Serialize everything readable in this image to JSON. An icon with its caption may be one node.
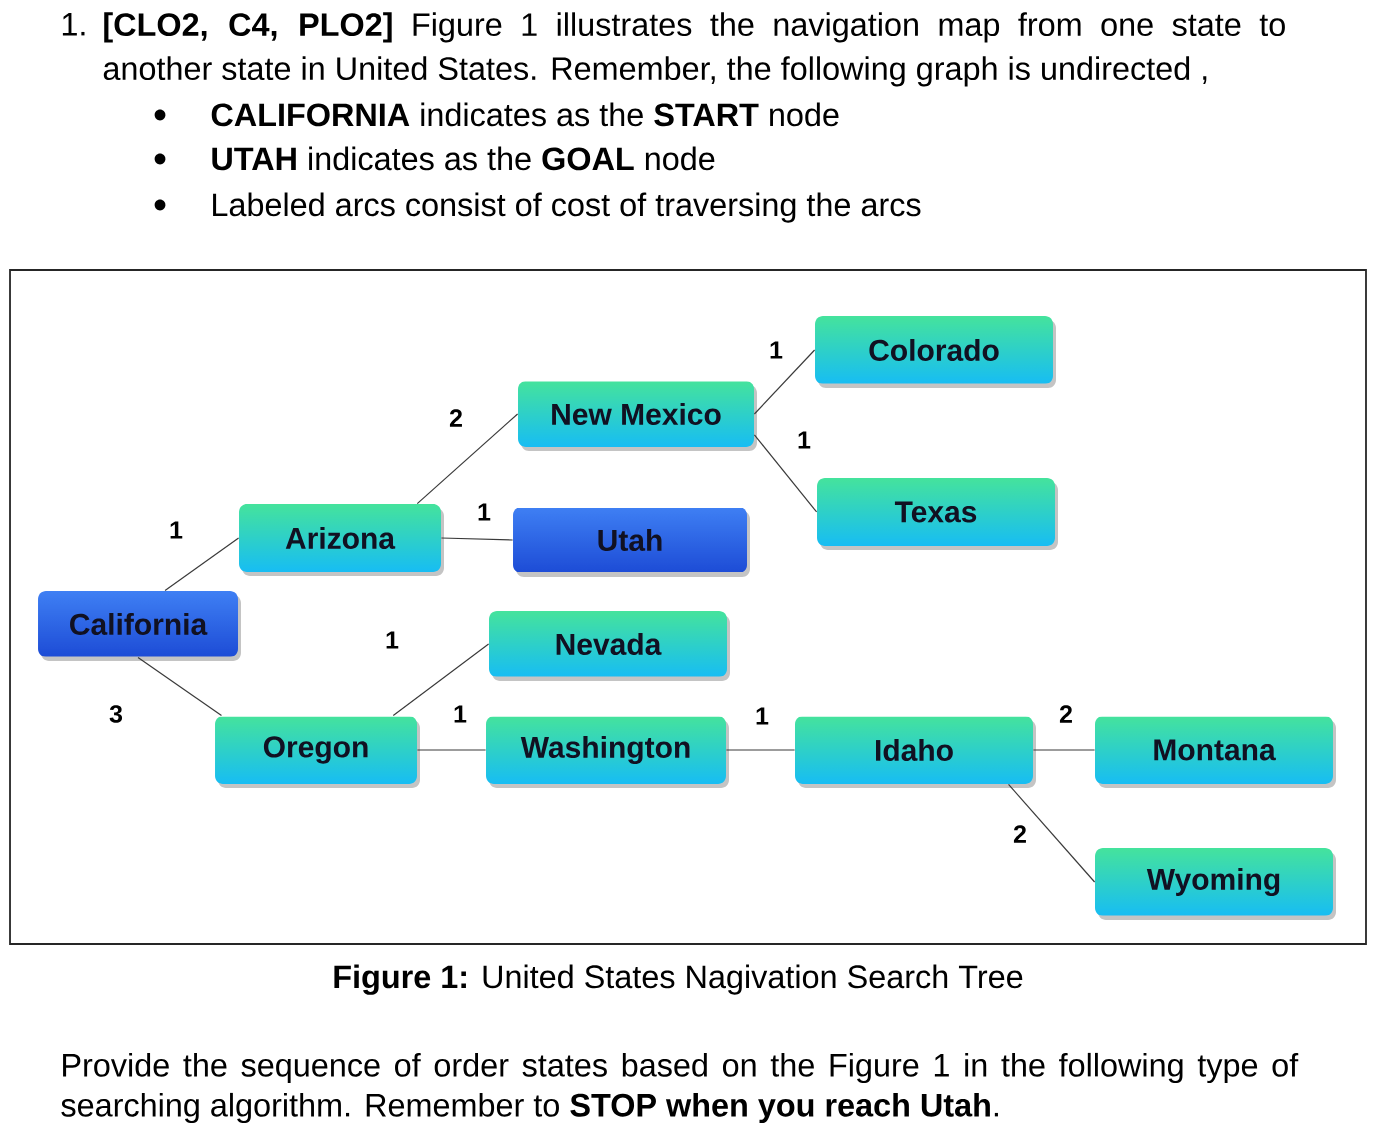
{
  "diagram": {
    "caption": "**Figure 1:** United States Nagivation Search Tree",
    "nodes": [
      {
        "text": [
          "California"
        ]
      },
      {
        "text": [
          "Arizona"
        ]
      },
      {
        "text": [
          "Oregon"
        ]
      },
      {
        "text": [
          "New Mexico"
        ]
      },
      {
        "text": [
          "Utah"
        ]
      },
      {
        "text": [
          "Nevada"
        ]
      },
      {
        "text": [
          "Washington"
        ]
      },
      {
        "text": [
          "Colorado"
        ]
      },
      {
        "text": [
          "Texas"
        ]
      },
      {
        "text": [
          "Idaho"
        ]
      },
      {
        "text": [
          "Montana"
        ]
      },
      {
        "text": [
          "Wyoming"
        ]
      }
    ],
    "edges": [
      {
        "from": 0,
        "to": 1,
        "arrow": "none",
        "label": "1"
      },
      {
        "from": 0,
        "to": 2,
        "arrow": "none",
        "label": "3"
      },
      {
        "from": 1,
        "to": 3,
        "arrow": "none",
        "label": "2"
      },
      {
        "from": 1,
        "to": 4,
        "arrow": "none",
        "label": "1"
      },
      {
        "from": 3,
        "to": 7,
        "arrow": "none",
        "label": "1"
      },
      {
        "from": 3,
        "to": 8,
        "arrow": "none",
        "label": "1"
      },
      {
        "from": 2,
        "to": 5,
        "arrow": "none",
        "label": "1"
      },
      {
        "from": 2,
        "to": 6,
        "arrow": "none",
        "label": "1"
      },
      {
        "from": 6,
        "to": 9,
        "arrow": "none",
        "label": "1"
      },
      {
        "from": 9,
        "to": 10,
        "arrow": "none",
        "label": "2"
      },
      {
        "from": 9,
        "to": 11,
        "arrow": "none",
        "label": "2"
      }
    ],
    "labels": [
      "1.",
      "**[CLO2, C4, PLO2]** Figure 1 illustrates the navigation map from one state to another state in United States. Remember, the following graph is undirected ,",
      "**CALIFORNIA** indicates as the **START** node",
      "**UTAH** indicates as the **GOAL** node",
      "Labeled arcs consist of cost of traversing the arcs",
      "Provide the sequence of order states based on the Figure 1 in the following type of searching algorithm. Remember to **STOP when you reach Utah**."
    ]
  }
}
